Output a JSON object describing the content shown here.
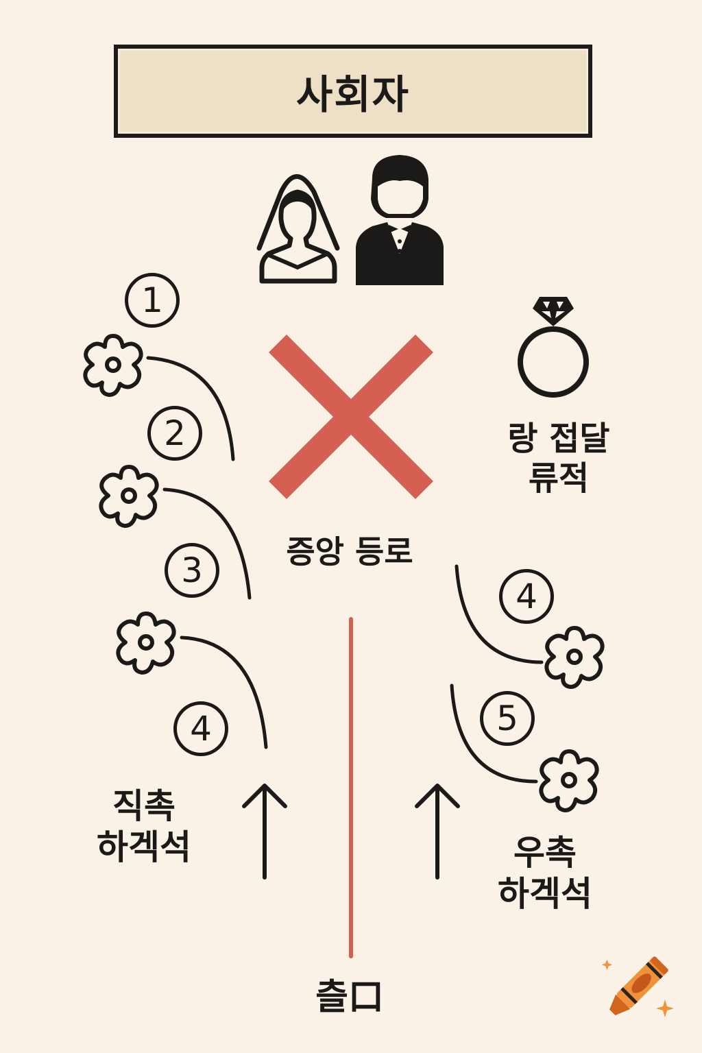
{
  "header": {
    "officiant_label": "사회자"
  },
  "couple": {
    "bride": "bride-icon",
    "groom": "groom-icon"
  },
  "ring_area": {
    "icon": "ring-icon",
    "line1": "랑 접달",
    "line2": "류적"
  },
  "center": {
    "x_mark": "x-mark-icon",
    "aisle_label": "증앙 등로",
    "aisle_color": "#d46050",
    "x_color": "#d36050"
  },
  "left_side": {
    "seats": [
      "1",
      "2",
      "3",
      "4"
    ],
    "label_line1": "직촉",
    "label_line2": "하겍석"
  },
  "right_side": {
    "seats": [
      "4",
      "5"
    ],
    "label_line1": "우촉",
    "label_line2": "하겍석"
  },
  "entrance": {
    "label": "츨口"
  },
  "colors": {
    "background": "#faf2e6",
    "box_fill": "#ede0c6",
    "ink": "#1c1a18",
    "accent_orange": "#f0923a"
  },
  "watermark": {
    "icon": "crayon-icon"
  }
}
